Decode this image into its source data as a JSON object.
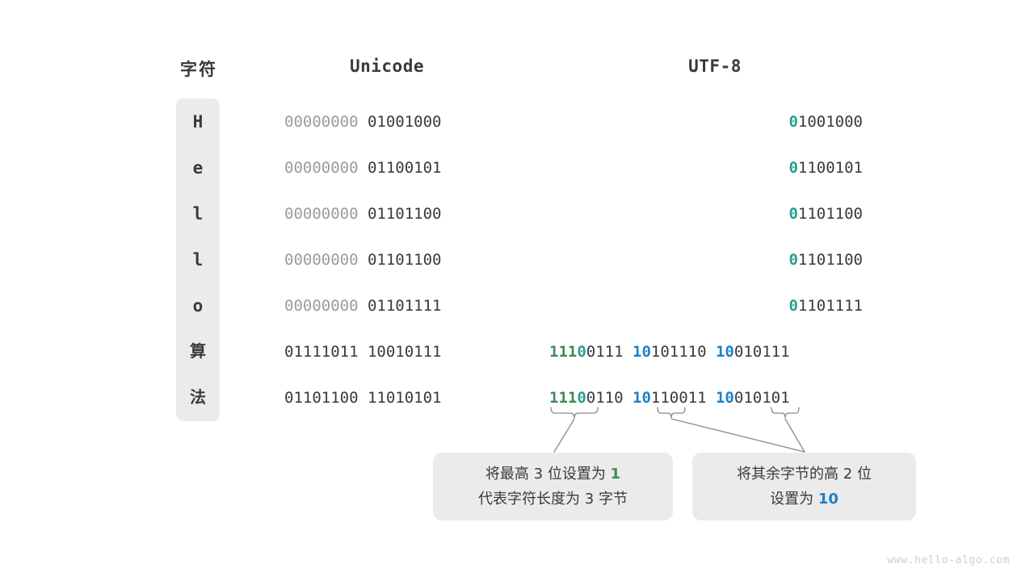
{
  "headers": {
    "character": "字符",
    "unicode": "Unicode",
    "utf8": "UTF-8"
  },
  "rows": [
    {
      "char": "H",
      "unicode_high": "00000000",
      "unicode_low": "01001000",
      "utf8_prefix": "0",
      "utf8_rest": "1001000"
    },
    {
      "char": "e",
      "unicode_high": "00000000",
      "unicode_low": "01100101",
      "utf8_prefix": "0",
      "utf8_rest": "1100101"
    },
    {
      "char": "l",
      "unicode_high": "00000000",
      "unicode_low": "01101100",
      "utf8_prefix": "0",
      "utf8_rest": "1101100"
    },
    {
      "char": "l",
      "unicode_high": "00000000",
      "unicode_low": "01101100",
      "utf8_prefix": "0",
      "utf8_rest": "1101100"
    },
    {
      "char": "o",
      "unicode_high": "00000000",
      "unicode_low": "01101111",
      "utf8_prefix": "0",
      "utf8_rest": "1101111"
    },
    {
      "char": "算",
      "unicode_high": "01111011",
      "unicode_low": "10010111",
      "utf8_b1_green": "111",
      "utf8_b1_teal": "0",
      "utf8_b1_rest": "0111",
      "utf8_b2_blue": "10",
      "utf8_b2_rest": "101110",
      "utf8_b3_blue": "10",
      "utf8_b3_rest": "010111"
    },
    {
      "char": "法",
      "unicode_high": "01101100",
      "unicode_low": "11010101",
      "utf8_b1_green": "111",
      "utf8_b1_teal": "0",
      "utf8_b1_rest": "0110",
      "utf8_b2_blue": "10",
      "utf8_b2_rest": "110011",
      "utf8_b3_blue": "10",
      "utf8_b3_rest": "010101"
    }
  ],
  "callouts": [
    {
      "line1_pre": "将最高 3 位设置为 ",
      "line1_hl": "1",
      "line1_post": "",
      "line2_pre": "代表字符长度为 3 字节",
      "line2_hl": "",
      "line2_post": ""
    },
    {
      "line1_pre": "将其余字节的高 2 位",
      "line1_hl": "",
      "line1_post": "",
      "line2_pre": "设置为 ",
      "line2_hl": "10",
      "line2_post": ""
    }
  ],
  "watermark": "www.hello-algo.com",
  "colors": {
    "green": "#42895a",
    "teal": "#2a9d8f",
    "blue": "#1f80c8",
    "text": "#3a3a3a",
    "muted": "#9b9b9b",
    "panel": "#ebebeb",
    "background": "#ffffff"
  }
}
